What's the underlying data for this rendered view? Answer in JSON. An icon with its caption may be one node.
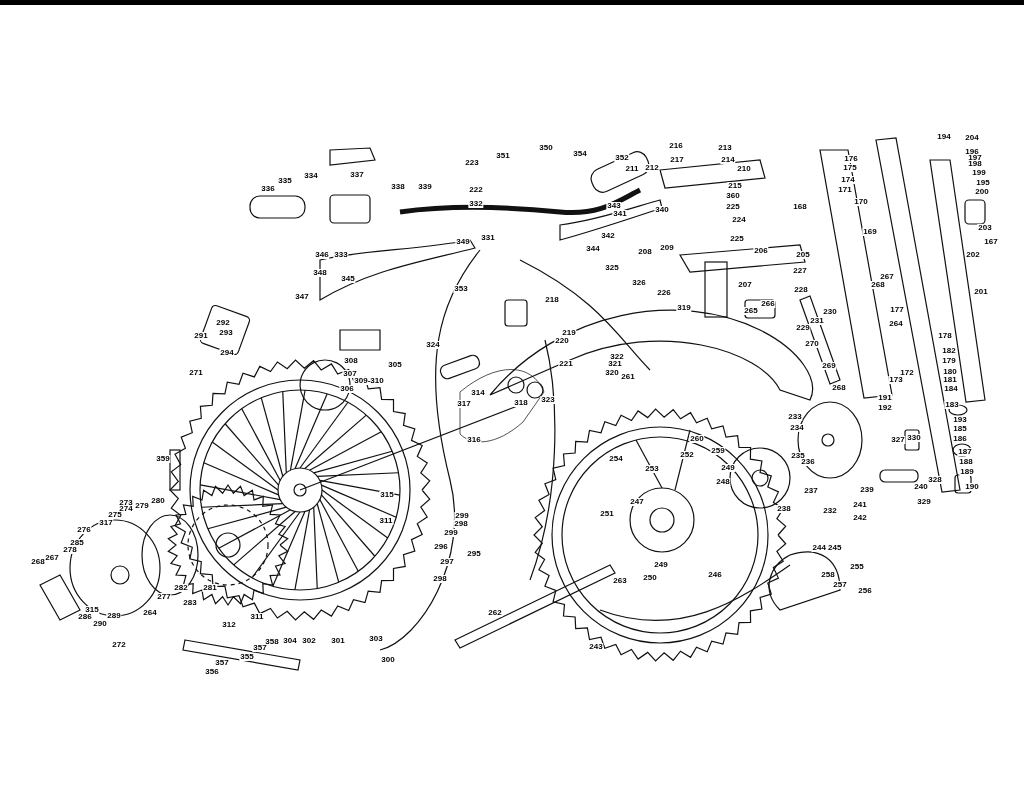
{
  "diagram": {
    "labels": [
      "335",
      "336",
      "334",
      "337",
      "338",
      "339",
      "333",
      "223",
      "351",
      "350",
      "354",
      "352",
      "222",
      "332",
      "211",
      "212",
      "216",
      "213",
      "217",
      "214",
      "210",
      "215",
      "360",
      "225",
      "224",
      "225",
      "343",
      "341",
      "340",
      "342",
      "344",
      "331",
      "346",
      "349",
      "348",
      "345",
      "347",
      "353",
      "208",
      "209",
      "206",
      "205",
      "226",
      "207",
      "325",
      "326",
      "218",
      "265",
      "266",
      "319",
      "324",
      "219",
      "220",
      "221",
      "322",
      "321",
      "320",
      "323",
      "314",
      "317",
      "318",
      "316",
      "261",
      "308",
      "305",
      "307",
      "309-310",
      "306",
      "292",
      "293",
      "291",
      "294",
      "271",
      "194",
      "204",
      "196",
      "197",
      "198",
      "199",
      "195",
      "200",
      "176",
      "175",
      "174",
      "171",
      "170",
      "168",
      "169",
      "203",
      "167",
      "202",
      "201",
      "227",
      "228",
      "267",
      "268",
      "230",
      "231",
      "229",
      "270",
      "264",
      "177",
      "178",
      "182",
      "179",
      "180",
      "181",
      "184",
      "183",
      "269",
      "268",
      "172",
      "173",
      "191",
      "192",
      "233",
      "234",
      "235",
      "236",
      "237",
      "232",
      "238",
      "249",
      "248",
      "259",
      "327",
      "330",
      "328",
      "239",
      "240",
      "241",
      "242",
      "329",
      "193",
      "185",
      "186",
      "187",
      "188",
      "189",
      "190",
      "244 245",
      "255",
      "258",
      "257",
      "256",
      "246",
      "260",
      "252",
      "254",
      "253",
      "247",
      "251",
      "249",
      "263",
      "250",
      "243",
      "262",
      "299",
      "298",
      "299",
      "296",
      "297",
      "295",
      "298",
      "303",
      "300",
      "315",
      "311",
      "359",
      "273",
      "274",
      "279",
      "280",
      "275",
      "317",
      "276",
      "285",
      "278",
      "267",
      "268",
      "282",
      "281",
      "277",
      "283",
      "264",
      "289",
      "290",
      "286",
      "315",
      "272",
      "311",
      "312",
      "358",
      "357",
      "355",
      "357",
      "356",
      "304",
      "302",
      "301"
    ]
  }
}
